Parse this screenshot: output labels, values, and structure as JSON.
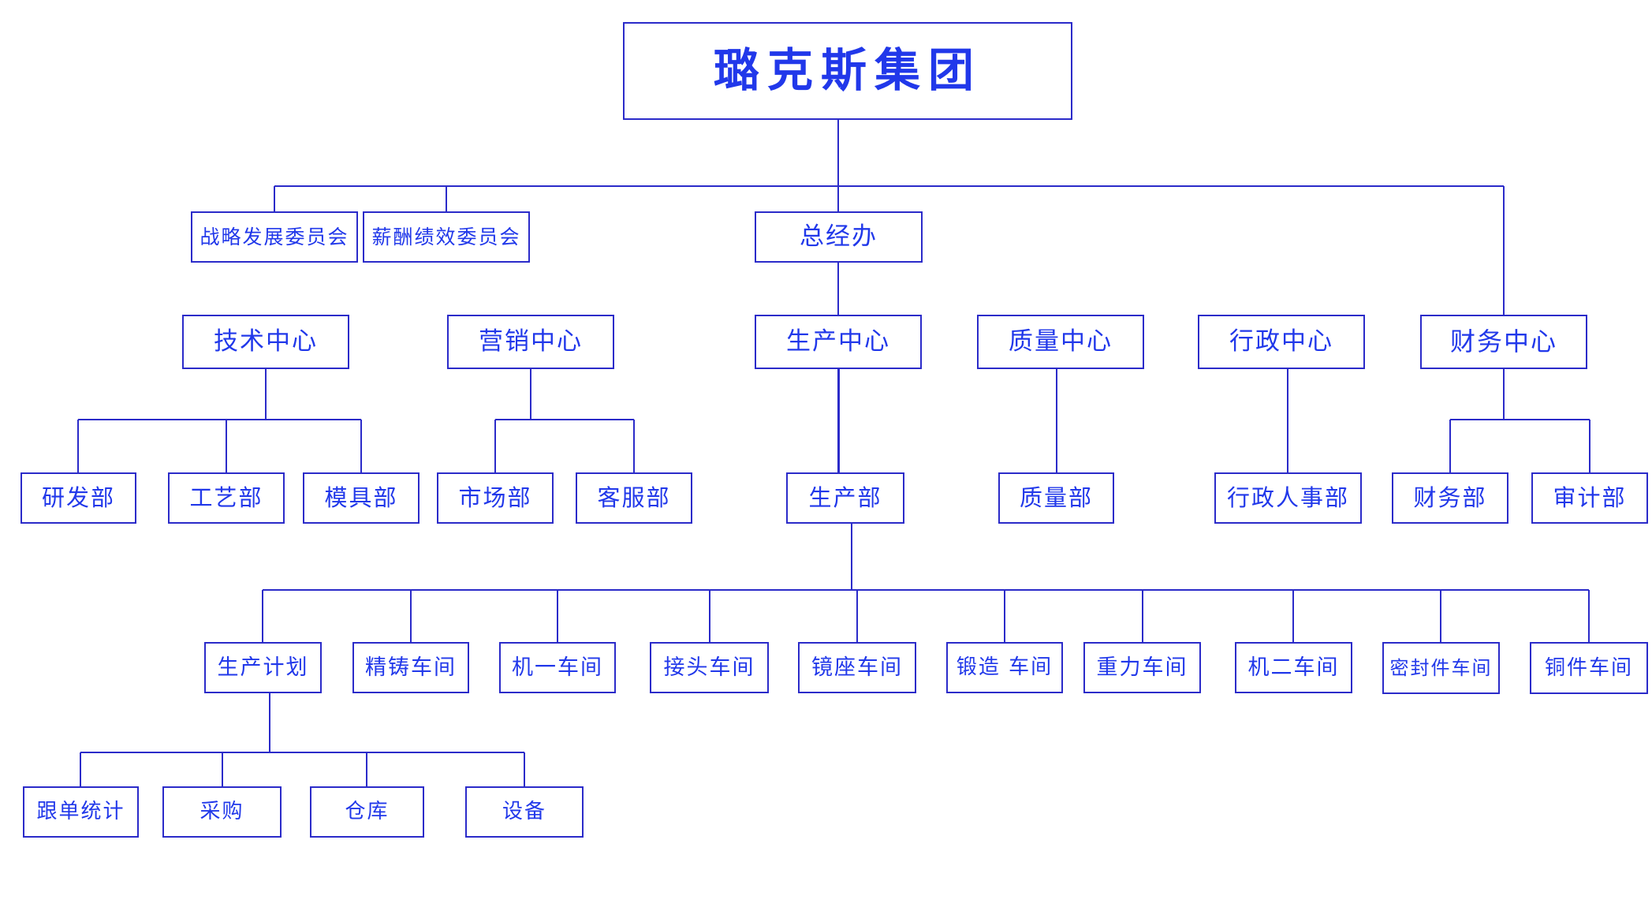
{
  "diagram": {
    "type": "org-chart",
    "title": "璐克斯集团",
    "colors": {
      "line": "#2b2bc9",
      "text": "#2138ea",
      "background": "#ffffff"
    },
    "nodes": {
      "root": {
        "label": "璐克斯集团"
      },
      "strategy_committee": {
        "label": "战略发展委员会"
      },
      "compensation_committee": {
        "label": "薪酬绩效委员会"
      },
      "gm_office": {
        "label": "总经办"
      },
      "tech_center": {
        "label": "技术中心"
      },
      "marketing_center": {
        "label": "营销中心"
      },
      "production_center": {
        "label": "生产中心"
      },
      "quality_center": {
        "label": "质量中心"
      },
      "admin_center": {
        "label": "行政中心"
      },
      "finance_center": {
        "label": "财务中心"
      },
      "rd_dept": {
        "label": "研发部"
      },
      "craft_dept": {
        "label": "工艺部"
      },
      "mold_dept": {
        "label": "模具部"
      },
      "market_dept": {
        "label": "市场部"
      },
      "service_dept": {
        "label": "客服部"
      },
      "production_dept": {
        "label": "生产部"
      },
      "quality_dept": {
        "label": "质量部"
      },
      "admin_hr_dept": {
        "label": "行政人事部"
      },
      "finance_dept": {
        "label": "财务部"
      },
      "audit_dept": {
        "label": "审计部"
      },
      "production_plan": {
        "label": "生产计划"
      },
      "precision_casting_ws": {
        "label": "精铸车间"
      },
      "machine1_ws": {
        "label": "机一车间"
      },
      "joint_ws": {
        "label": "接头车间"
      },
      "mirror_base_ws": {
        "label": "镜座车间"
      },
      "forging_ws": {
        "label": "锻造 车间"
      },
      "gravity_ws": {
        "label": "重力车间"
      },
      "machine2_ws": {
        "label": "机二车间"
      },
      "seal_ws": {
        "label": "密封件车间"
      },
      "copper_ws": {
        "label": "铜件车间"
      },
      "order_stats": {
        "label": "跟单统计"
      },
      "purchasing": {
        "label": "采购"
      },
      "warehouse": {
        "label": "仓库"
      },
      "equipment": {
        "label": "设备"
      }
    },
    "edges": [
      [
        "root",
        "strategy_committee"
      ],
      [
        "root",
        "compensation_committee"
      ],
      [
        "root",
        "gm_office"
      ],
      [
        "root",
        "finance_center"
      ],
      [
        "gm_office",
        "production_center"
      ],
      [
        "tech_center",
        "rd_dept"
      ],
      [
        "tech_center",
        "craft_dept"
      ],
      [
        "tech_center",
        "mold_dept"
      ],
      [
        "marketing_center",
        "market_dept"
      ],
      [
        "marketing_center",
        "service_dept"
      ],
      [
        "production_center",
        "production_dept"
      ],
      [
        "quality_center",
        "quality_dept"
      ],
      [
        "admin_center",
        "admin_hr_dept"
      ],
      [
        "finance_center",
        "finance_dept"
      ],
      [
        "finance_center",
        "audit_dept"
      ],
      [
        "production_dept",
        "production_plan"
      ],
      [
        "production_dept",
        "precision_casting_ws"
      ],
      [
        "production_dept",
        "machine1_ws"
      ],
      [
        "production_dept",
        "joint_ws"
      ],
      [
        "production_dept",
        "mirror_base_ws"
      ],
      [
        "production_dept",
        "forging_ws"
      ],
      [
        "production_dept",
        "gravity_ws"
      ],
      [
        "production_dept",
        "machine2_ws"
      ],
      [
        "production_dept",
        "seal_ws"
      ],
      [
        "production_dept",
        "copper_ws"
      ],
      [
        "production_plan",
        "order_stats"
      ],
      [
        "production_plan",
        "purchasing"
      ],
      [
        "production_plan",
        "warehouse"
      ],
      [
        "production_plan",
        "equipment"
      ]
    ]
  }
}
